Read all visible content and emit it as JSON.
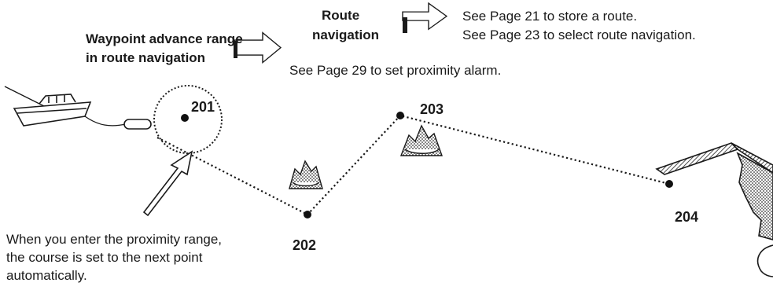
{
  "labels": {
    "waypoint_advance_line1": "Waypoint advance range",
    "waypoint_advance_line2": "in route navigation",
    "route_nav_line1": "Route",
    "route_nav_line2": "navigation",
    "store_route": "See Page 21 to store a route.",
    "select_route": "See Page 23 to select route navigation.",
    "proximity_alarm": "See Page 29 to set proximity alarm.",
    "enter_proximity_line1": "When you enter the proximity range,",
    "enter_proximity_line2": "the course is set to the next point",
    "enter_proximity_line3": "automatically."
  },
  "waypoints": [
    {
      "id": "201"
    },
    {
      "id": "202"
    },
    {
      "id": "203"
    },
    {
      "id": "204"
    }
  ],
  "colors": {
    "ink": "#1a1a1a",
    "paper": "#ffffff"
  }
}
